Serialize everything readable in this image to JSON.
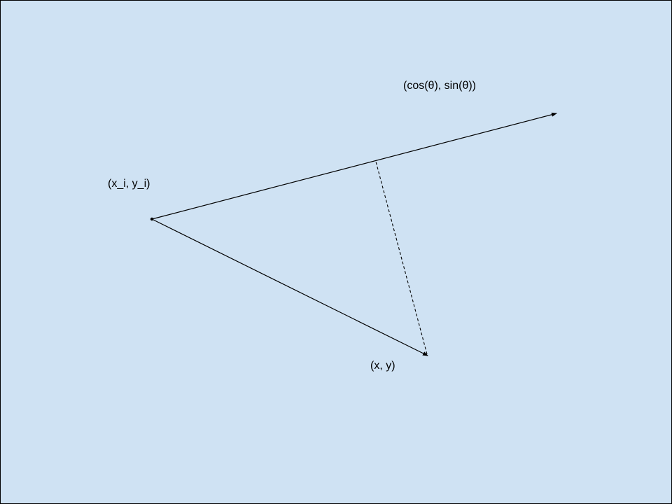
{
  "diagram": {
    "background_color": "#cfe2f3",
    "stroke_color": "#000000",
    "labels": {
      "start_point": "(x_i, y_i)",
      "direction": "(cos(θ), sin(θ))",
      "target_point": "(x, y)"
    },
    "elements": {
      "direction_arrow": "solid line with arrowhead from (x_i, y_i) toward (cos(θ), sin(θ))",
      "point_arrow": "solid line with arrowhead from (x_i, y_i) to (x, y)",
      "projection_line": "dashed line from (x, y) to the direction arrow"
    }
  }
}
